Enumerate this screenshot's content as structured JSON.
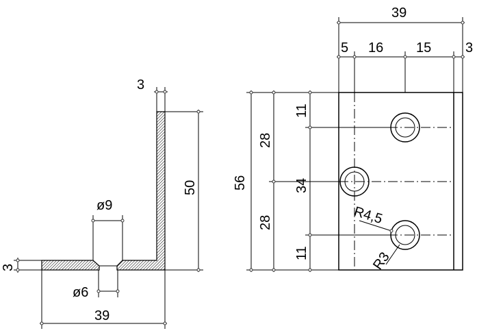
{
  "side_view": {
    "dims": {
      "thickness_top": "3",
      "height": "50",
      "thickness_left": "3",
      "hole_counterbore": "ø9",
      "hole_diameter": "ø6",
      "width": "39"
    }
  },
  "front_view": {
    "dims": {
      "total_width": "39",
      "w1": "5",
      "w2": "16",
      "w3": "15",
      "w4": "3",
      "total_height": "56",
      "h_upper": "28",
      "h_lower": "28",
      "v_top": "11",
      "v_mid": "34",
      "v_bot": "11",
      "radius_outer": "R4,5",
      "radius_inner": "R3"
    }
  },
  "colors": {
    "line": "#000000",
    "hatch": "#000000"
  }
}
